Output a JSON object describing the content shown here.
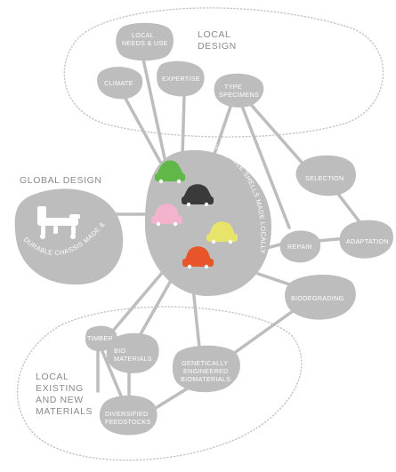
{
  "groups": {
    "local_design": [
      "LOCAL",
      "DESIGN"
    ],
    "global_design": "GLOBAL DESIGN",
    "local_materials": [
      "LOCAL",
      "EXISTING",
      "AND NEW",
      "MATERIALS"
    ]
  },
  "hub": {
    "arc_text": "DEGRADABLE SHELLS MADE LOCALLY"
  },
  "global": {
    "arc_text": "DURABLE CHASSIS MADE & DISTRIBUTED"
  },
  "nodes": {
    "local_needs": [
      "LOCAL",
      "NEEDS & USE"
    ],
    "climate": [
      "CLIMATE"
    ],
    "expertise": [
      "EXPERTISE"
    ],
    "type_specimens": [
      "TYPE",
      "SPECIMENS"
    ],
    "selection": [
      "SELECTION"
    ],
    "repair": [
      "REPAIR"
    ],
    "adaptation": [
      "ADAPTATION"
    ],
    "biodegrading": [
      "BIODEGRADING"
    ],
    "timber": [
      "TIMBER"
    ],
    "bio_materials": [
      "BIO",
      "MATERIALS"
    ],
    "genetically_engineered": [
      "GENETICALLY",
      "ENGINEERED",
      "BIOMATERIALS"
    ],
    "diversified_feedstocks": [
      "DIVERSIFIED",
      "FEEDSTOCKS"
    ]
  },
  "colors": {
    "blob": "#bdbdbd",
    "shell_green": "#5fb847",
    "shell_black": "#3a3a3a",
    "shell_pink": "#f3b3cd",
    "shell_yellow": "#e8e36a",
    "shell_orange": "#e8552a"
  }
}
